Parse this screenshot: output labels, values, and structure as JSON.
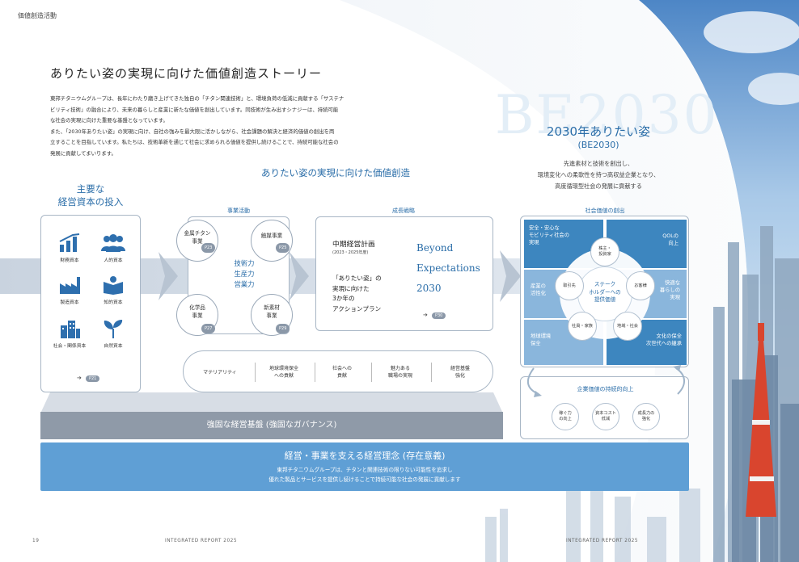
{
  "header": {
    "section_label": "価値創造活動"
  },
  "title": "ありたい姿の実現に向けた価値創造ストーリー",
  "intro": [
    "東邦チタニウムグループは、長年にわたり磨き上げてきた独自の「チタン関連技術」と、環境負荷の低減に貢献する「サステナ",
    "ビリティ技術」の融合により、未来の暮らしと産業に新たな価値を創出しています。同技術が生み出すシナジーは、持続可能",
    "な社会の実現に向けた重要な基盤となっています。",
    "また、「2030年ありたい姿」の実現に向け、自社の強みを最大限に活かしながら、社会課題の解決と経済的価値の創出を両",
    "立することを目指しています。私たちは、技術革新を通じて社会に求められる価値を提供し続けることで、持続可能な社会の",
    "発展に貢献してまいります。"
  ],
  "vision": {
    "bg_text": "BE2030",
    "title": "2030年ありたい姿",
    "subtitle": "(BE2030)",
    "description": [
      "先進素材と技術を創出し、",
      "環境変化への柔軟性を持つ高収益企業となり、",
      "高度循環型社会の発展に貢献する"
    ]
  },
  "center_title": "ありたい姿の実現に向けた価値創造",
  "capital": {
    "title": [
      "主要な",
      "経営資本の投入"
    ],
    "items": [
      {
        "label": "財務資本",
        "icon": "chart-icon"
      },
      {
        "label": "人的資本",
        "icon": "people-icon"
      },
      {
        "label": "製造資本",
        "icon": "factory-icon"
      },
      {
        "label": "知的資本",
        "icon": "book-icon"
      },
      {
        "label": "社会・関係資本",
        "icon": "building-icon"
      },
      {
        "label": "自然資本",
        "icon": "sprout-icon"
      }
    ],
    "ref": "P21"
  },
  "business": {
    "heading": "事業活動",
    "items": [
      {
        "label": [
          "金属チタン",
          "事業"
        ],
        "ref": "P23"
      },
      {
        "label": [
          "触媒事業"
        ],
        "ref": "P25"
      },
      {
        "label": [
          "化学品",
          "事業"
        ],
        "ref": "P27"
      },
      {
        "label": [
          "新素材",
          "事業"
        ],
        "ref": "P29"
      }
    ],
    "strengths": [
      "技術力",
      "生産力",
      "営業力"
    ]
  },
  "strategy": {
    "heading": "成長戦略",
    "mtp_title": "中期経営計画",
    "mtp_period": "(2023・2025年度)",
    "aspire": [
      "「ありたい姿」の",
      "実現に向けた",
      "3か年の",
      "アクションプラン"
    ],
    "beyond": [
      "Beyond",
      "Expectations",
      "2030"
    ],
    "ref": "P30"
  },
  "materiality": {
    "items": [
      "マテリアリティ",
      "地球環境保全\nへの貢献",
      "社会への\n貢献",
      "魅力ある\n職場の実現",
      "経営基盤\n強化"
    ]
  },
  "foundation": "強固な経営基盤 (強固なガバナンス)",
  "philosophy": {
    "title": "経営・事業を支える経営理念 (存在意義)",
    "text": [
      "東邦チタニウムグループは、チタンと関連技術の限りない可能性を追求し",
      "優れた製品とサービスを提供し続けることで持続可能な社会の発展に貢献します"
    ]
  },
  "social_value": {
    "heading": "社会価値の創出",
    "quadrants": [
      "安全・安心な\nモビリティ社会の\n実現",
      "QOLの\n向上",
      "産業の\n活性化",
      "快適な\n暮らしの\n実現",
      "地球環境\n保全",
      "文化の保全\n次世代への継承"
    ],
    "center": [
      "ステーク",
      "ホルダーへの",
      "提供価値"
    ],
    "stakeholders": [
      "株主・\n投資家",
      "お客様",
      "地域・社会",
      "社員・家族",
      "取引先"
    ]
  },
  "sustain": {
    "heading": "企業価値の持続的向上",
    "items": [
      "稼ぐ力\nの向上",
      "資本コスト\n低減",
      "成長力の\n強化"
    ]
  },
  "footer": {
    "page": "19",
    "report_left": "INTEGRATED REPORT 2025",
    "report_right": "INTEGRATED REPORT 2025"
  },
  "colors": {
    "accent": "#2a6da8",
    "quad_dark": "#3d86bf",
    "quad_light": "#8ab6dc",
    "foundation": "#8f9aa8",
    "philosophy": "#5f9fd5"
  }
}
